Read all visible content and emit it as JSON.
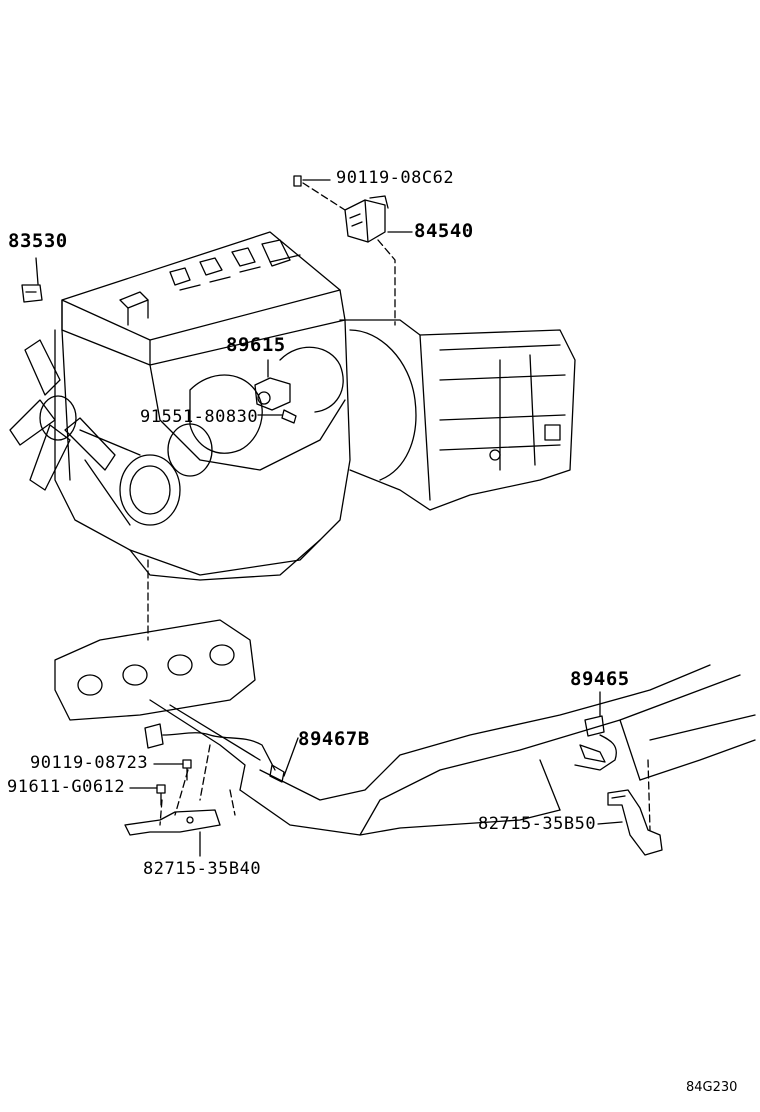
{
  "callouts": {
    "p90119_08c62": "90119-08C62",
    "p84540": "84540",
    "p83530": "83530",
    "p89615": "89615",
    "p91551_80830": "91551-80830",
    "p89465": "89465",
    "p89467b": "89467B",
    "p90119_08723": "90119-08723",
    "p91611_g0612": "91611-G0612",
    "p82715_35b50": "82715-35B50",
    "p82715_35b40": "82715-35B40"
  },
  "figure_code": "84G230",
  "colors": {
    "line": "#000000",
    "background": "#ffffff"
  }
}
